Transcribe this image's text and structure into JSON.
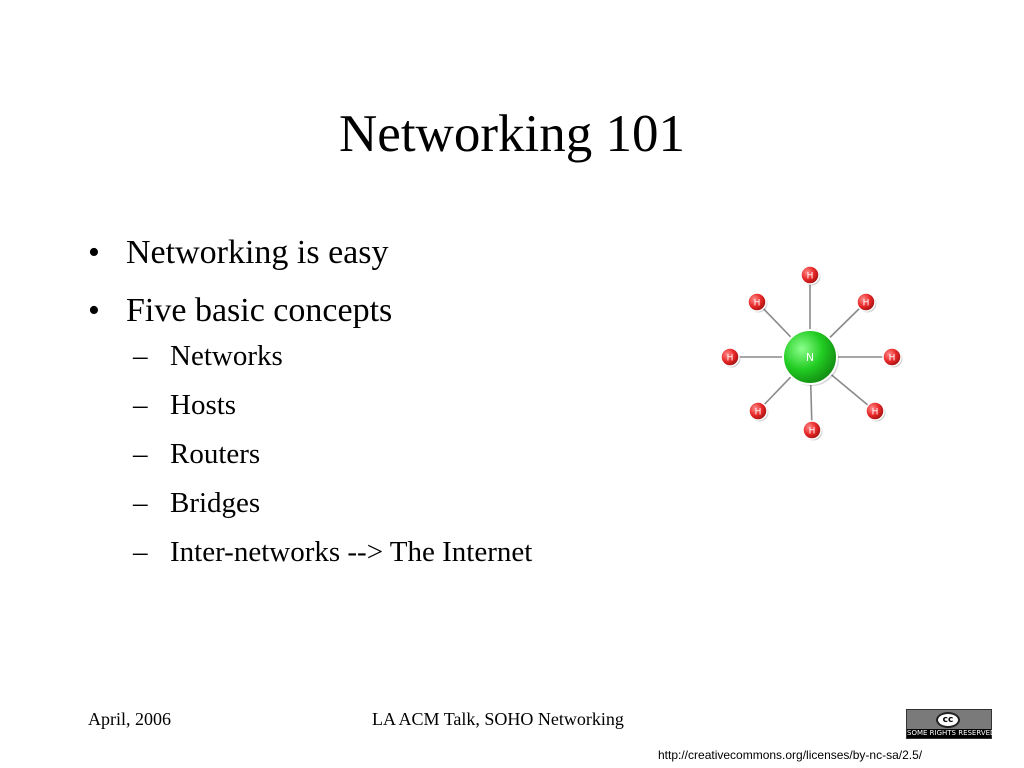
{
  "slide": {
    "title": "Networking 101",
    "bullets": [
      {
        "marker": "•",
        "text": "Networking is easy"
      },
      {
        "marker": "•",
        "text": "Five basic concepts",
        "sub": [
          {
            "marker": "–",
            "text": "Networks"
          },
          {
            "marker": "–",
            "text": "Hosts"
          },
          {
            "marker": "–",
            "text": "Routers"
          },
          {
            "marker": "–",
            "text": "Bridges"
          },
          {
            "marker": "–",
            "text": "Inter-networks --> The Internet"
          }
        ]
      }
    ]
  },
  "diagram": {
    "center_label": "N",
    "host_label": "H",
    "host_count": 8,
    "colors": {
      "center": "#22cc22",
      "host": "#e82828",
      "link": "#8a8a8a"
    }
  },
  "footer": {
    "date": "April, 2006",
    "talk": "LA ACM Talk, SOHO Networking",
    "license_logo": "cc",
    "license_badge": "SOME RIGHTS RESERVED",
    "license_url": "http://creativecommons.org/licenses/by-nc-sa/2.5/"
  }
}
